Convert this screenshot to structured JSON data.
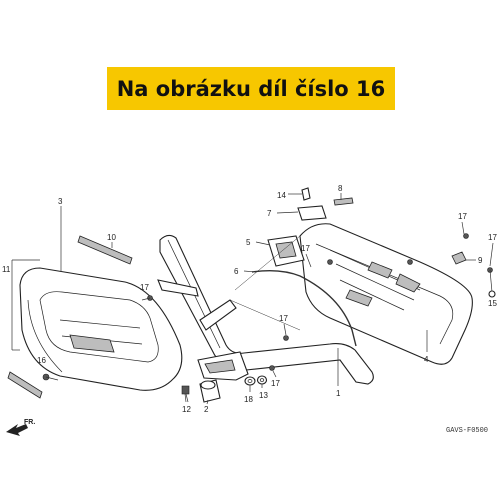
{
  "banner": {
    "text": "Na obrázku díl číslo 16",
    "color": "#f7c700"
  },
  "diagram": {
    "code": "GAVS-F0500",
    "direction_arrow": "FR.",
    "callouts": [
      "1",
      "2",
      "3",
      "4",
      "5",
      "6",
      "7",
      "8",
      "9",
      "10",
      "11",
      "12",
      "13",
      "14",
      "15",
      "16",
      "17",
      "17",
      "17",
      "17",
      "17",
      "17",
      "18"
    ]
  }
}
